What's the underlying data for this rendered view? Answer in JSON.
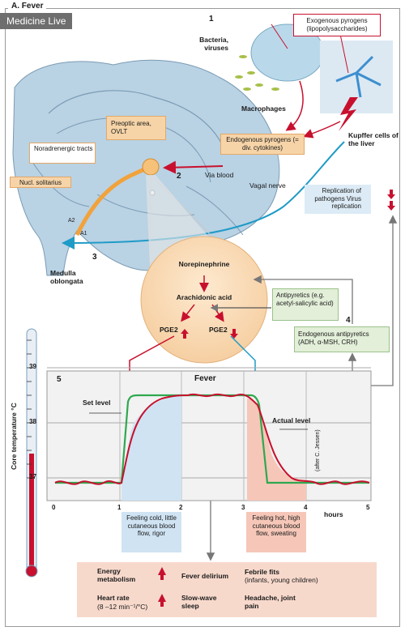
{
  "watermark": "Medicine Live",
  "header": "A. Fever",
  "labels": {
    "n1": "1",
    "n2": "2",
    "n3": "3",
    "n4": "4",
    "n5": "5",
    "bacteria": "Bacteria, viruses",
    "exogenous": "Exogenous pyrogens (lipopolysaccharides)",
    "macrophages": "Macrophages",
    "endogenous": "Endogenous pyrogens (= div. cytokines)",
    "kupffer": "Kupffer cells of the liver",
    "via_blood": "Via blood",
    "vagal": "Vagal nerve",
    "preoptic": "Preoptic area, OVLT",
    "noradrenergic": "Noradrenergic tracts",
    "solitarius": "Nucl. solitarius",
    "a2": "A2",
    "a1": "A1",
    "medulla": "Medulla oblongata",
    "replication": "Replication of pathogens Virus replication",
    "norepinephrine": "Norepinephrine",
    "arachidonic": "Arachidonic acid",
    "pge_up": "PGE2",
    "pge_down": "PGE2",
    "antipyretics": "Antipyretics (e.g. acetyl-salicylic acid)",
    "endo_antipyretics": "Endogenous antipyretics (ADH, α-MSH, CRH)",
    "fever": "Fever",
    "set_level": "Set level",
    "actual_level": "Actual level",
    "after": "(after C. Jessen)",
    "ylabel": "Core temperature °C",
    "hours": "hours",
    "feeling_cold": "Feeling cold, little cutaneous blood flow, rigor",
    "feeling_hot": "Feeling hot, high cutaneous blood flow, sweating"
  },
  "thermometer_ticks": [
    "39",
    "38",
    "37"
  ],
  "time_ticks": [
    "0",
    "1",
    "2",
    "3",
    "4",
    "5"
  ],
  "effects": {
    "energy": "Energy metabolism",
    "delirium": "Fever delirium",
    "fits": "Febrile fits",
    "fits_note": "(infants, young children)",
    "heart": "Heart rate",
    "heart_note": "(8 –12 min⁻¹/°C)",
    "slow": "Slow-wave sleep",
    "headache": "Headache, joint pain"
  },
  "colors": {
    "set_level": "#2fa84f",
    "actual_level": "#c8102e",
    "cold_zone": "#cfe3f3",
    "hot_zone": "#f6c7b8",
    "brain": "#b9d2e4",
    "effects_bg": "#f7d9cc"
  }
}
